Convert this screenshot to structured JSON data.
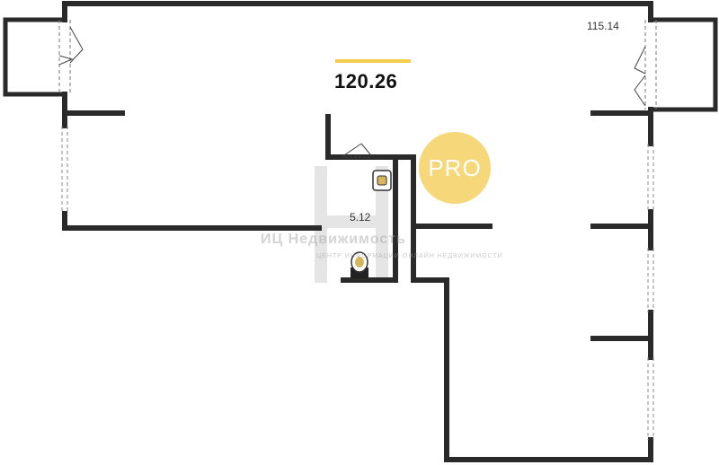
{
  "plan": {
    "total_area": "120.26",
    "room_area_top_right": "115.14",
    "room_area_bathroom": "5.12",
    "badge": "PRO",
    "watermark": {
      "brand": "ИЦ Недвижимость",
      "tagline": "ЦЕНТР ИНФОРМАЦИИ ОНЛАЙН НЕДВИЖИМОСТИ"
    },
    "colors": {
      "wall": "#2a2a2a",
      "accent": "#f5cd4c",
      "badge": "#f6d77a"
    }
  }
}
